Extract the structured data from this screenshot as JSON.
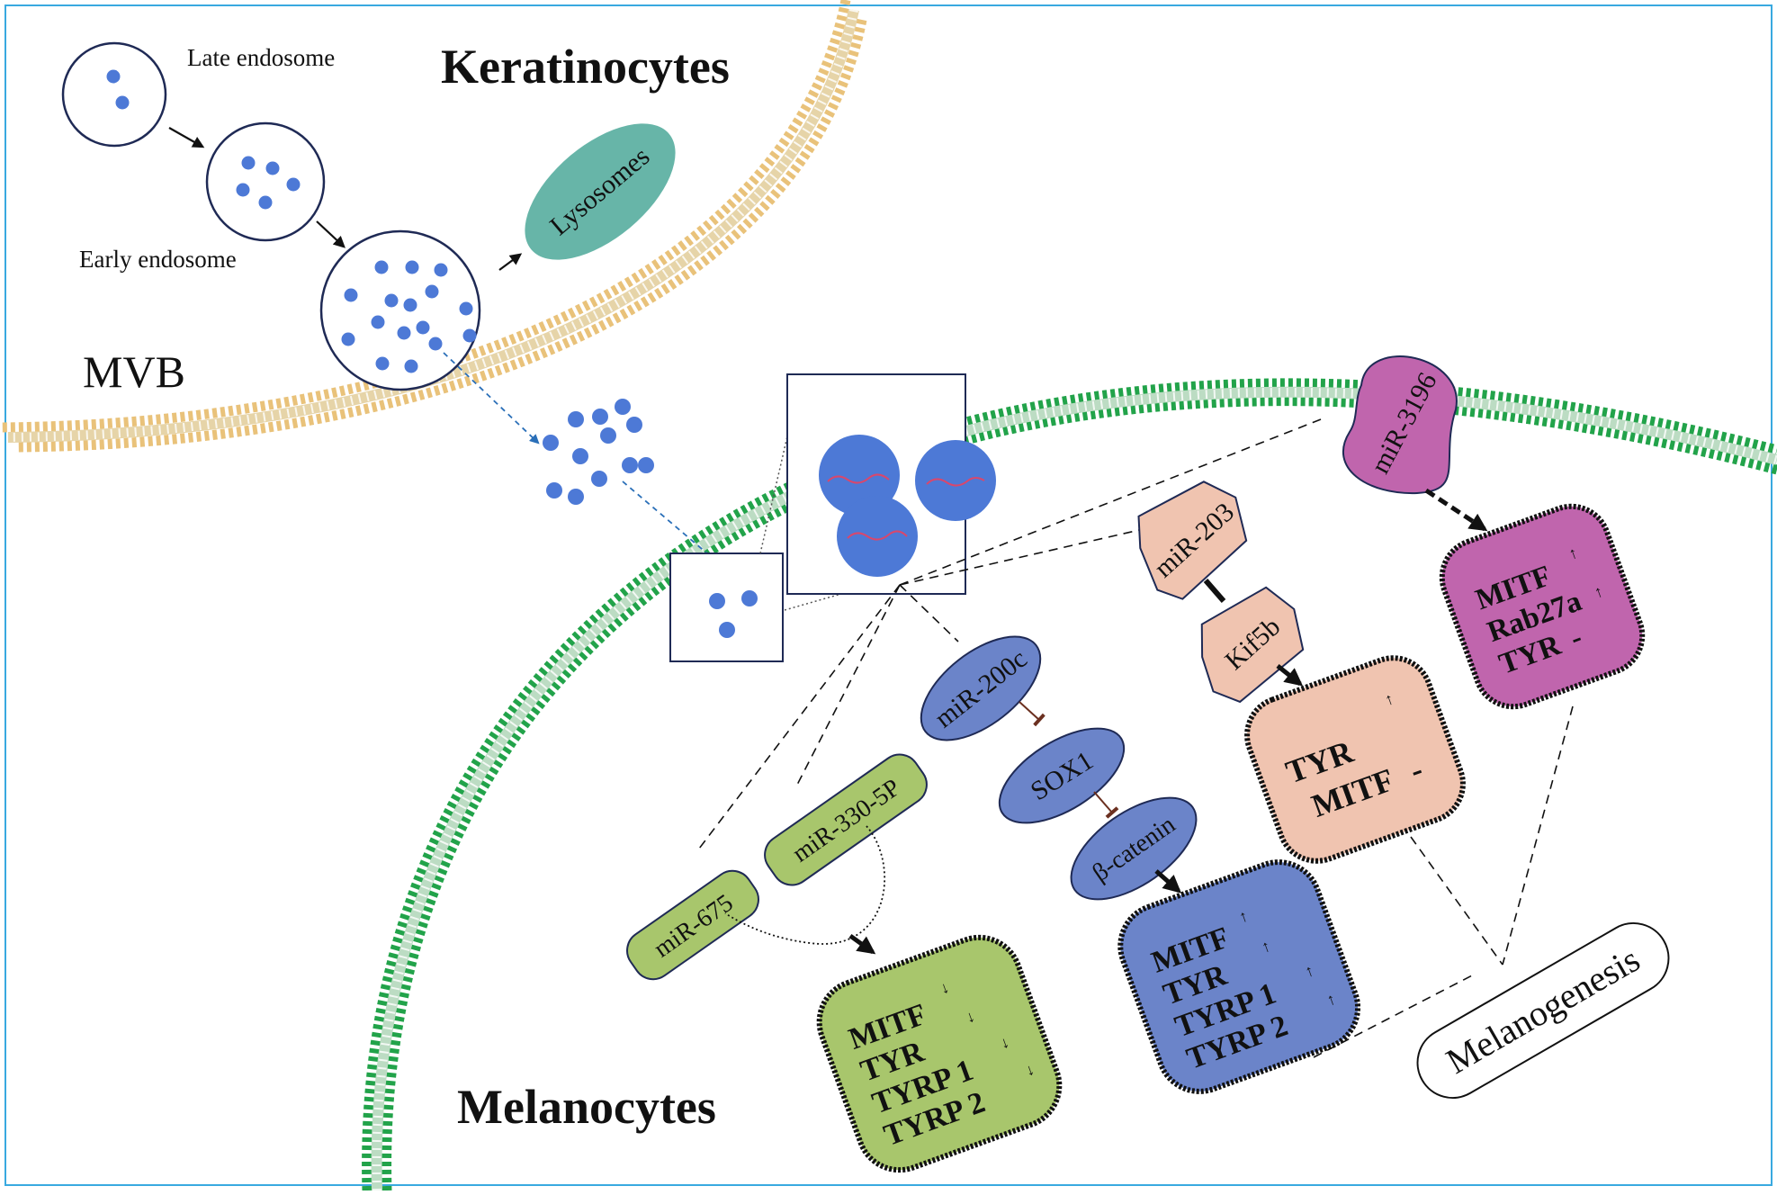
{
  "labels": {
    "late_endosome": "Late endosome",
    "early_endosome": "Early endosome",
    "mvb": "MVB",
    "keratinocytes": "Keratinocytes",
    "melanocytes": "Melanocytes",
    "lysosomes": "Lysosomes",
    "melanogenesis": "Melanogenesis"
  },
  "mirnas": {
    "mir_3196": "miR-3196",
    "mir_203": "miR-203",
    "kif5b": "Kif5b",
    "mir_200c": "miR-200c",
    "sox1": "SOX1",
    "beta_catenin": "β-catenin",
    "mir_330_5p": "miR-330-5P",
    "mir_675": "miR-675"
  },
  "targets": {
    "green": {
      "lines": [
        "MITF",
        "TYR",
        "TYRP 1",
        "TYRP 2"
      ],
      "marks": [
        "↓",
        "↓",
        "↓",
        "↓"
      ]
    },
    "blue": {
      "lines": [
        "MITF",
        "TYR",
        "TYRP 1",
        "TYRP 2"
      ],
      "marks": [
        "↑",
        "↑",
        "↑",
        "↑"
      ]
    },
    "peach": {
      "lines": [
        "TYR",
        "MITF"
      ],
      "marks": [
        "↑",
        "-"
      ]
    },
    "purple": {
      "lines": [
        "MITF",
        "Rab27a",
        "TYR"
      ],
      "marks": [
        "↑",
        "↑",
        "-"
      ]
    }
  },
  "colors": {
    "keratinocyte_membrane": "#e9c27a",
    "melanocyte_membrane": "#22a34a",
    "vesicle_dot": "#4d79d6",
    "lysosome": "#67b5a8",
    "mir_green": "#a8c66c",
    "mir_blue": "#6b84c9",
    "mir_peach": "#f0c4b0",
    "mir_purple": "#c065ad",
    "outline": "#1f2a55",
    "frame": "#39a9e0"
  }
}
